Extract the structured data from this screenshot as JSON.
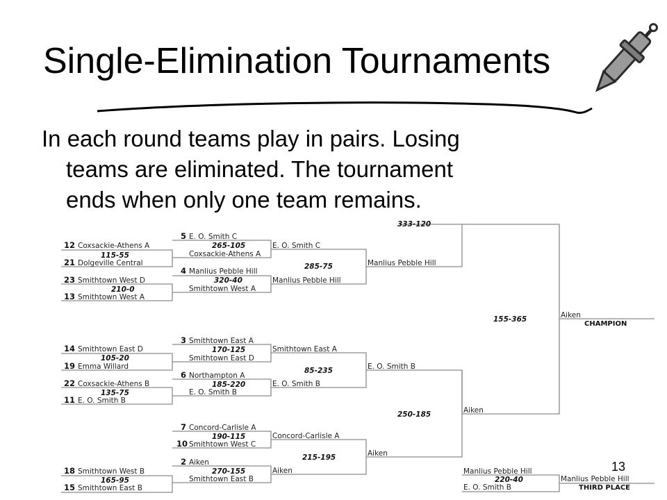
{
  "slide": {
    "title": "Single-Elimination Tournaments",
    "body_lines": [
      "In each round teams play in pairs. Losing",
      "teams are eliminated.  The tournament",
      "ends when only one team remains."
    ],
    "page_number": "13"
  },
  "bracket": {
    "top_score": "333-120",
    "round1": [
      {
        "a_seed": "12",
        "a": "Coxsackie-Athens A",
        "b_seed": "21",
        "b": "Dolgeville Central",
        "score": "115-55"
      },
      {
        "a_seed": "23",
        "a": "Smithtown West D",
        "b_seed": "13",
        "b": "Smithtown West A",
        "score": "210-0"
      },
      {
        "a_seed": "14",
        "a": "Smithtown East D",
        "b_seed": "19",
        "b": "Emma Willard",
        "score": "105-20"
      },
      {
        "a_seed": "22",
        "a": "Coxsackie-Athens B",
        "b_seed": "11",
        "b": "E. O. Smith B",
        "score": "135-75"
      },
      {
        "a_seed": "18",
        "a": "Smithtown West B",
        "b_seed": "15",
        "b": "Smithtown East B",
        "score": "165-95"
      }
    ],
    "round2": [
      {
        "a_seed": "5",
        "a": "E. O. Smith C",
        "b": "Coxsackie-Athens A",
        "score": "265-105"
      },
      {
        "a_seed": "4",
        "a": "Manlius Pebble Hill",
        "b": "Smithtown West A",
        "score": "320-40"
      },
      {
        "a_seed": "3",
        "a": "Smithtown East A",
        "b": "Smithtown East D",
        "score": "170-125"
      },
      {
        "a_seed": "6",
        "a": "Northampton A",
        "b": "E. O. Smith B",
        "score": "185-220"
      },
      {
        "a_seed": "7",
        "a": "Concord-Carlisle A",
        "b_seed": "10",
        "b": "Smithtown West C",
        "score": "190-115"
      },
      {
        "a_seed": "2",
        "a": "Aiken",
        "b": "Smithtown East B",
        "score": "270-155"
      }
    ],
    "round3": [
      {
        "a": "E. O. Smith C",
        "b": "Manlius Pebble Hill",
        "score": "285-75"
      },
      {
        "a": "Smithtown East A",
        "b": "E. O. Smith B",
        "score": "85-235"
      },
      {
        "a": "Concord-Carlisle A",
        "b": "Aiken",
        "score": "215-195"
      }
    ],
    "round4": [
      {
        "team": "Manlius Pebble Hill"
      },
      {
        "team": "E. O. Smith B"
      },
      {
        "team": "Aiken"
      }
    ],
    "semifinal": {
      "score": "250-185",
      "winner": "Aiken"
    },
    "final": {
      "score": "155-365",
      "winner": "Aiken",
      "label": "CHAMPION"
    },
    "third_place": {
      "a": "Manlius Pebble Hill",
      "b": "E. O. Smith B",
      "score": "220-40",
      "winner": "Manlius Pebble Hill",
      "label": "THIRD PLACE"
    }
  },
  "icons": {
    "decoration": "pen-nib-icon"
  }
}
